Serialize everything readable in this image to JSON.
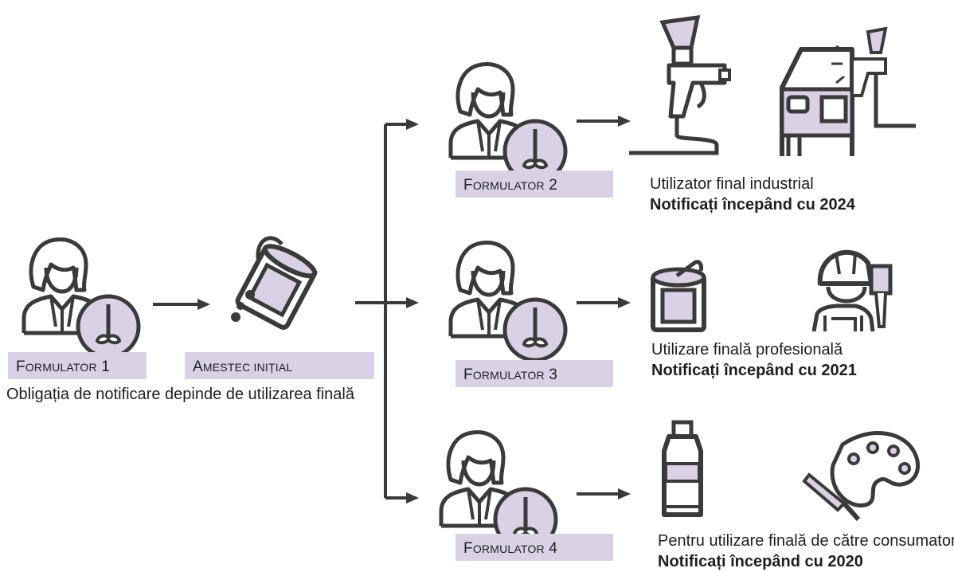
{
  "colors": {
    "stroke": "#3a3a3a",
    "accent": "#d9d2e6",
    "fill": "#ffffff"
  },
  "main": {
    "formulator_1": {
      "label_first": "F",
      "label_rest": "ormulator",
      "label_num": " 1"
    },
    "initial_mix": {
      "label_first": "A",
      "label_rest": "mestec inițial",
      "label_num": ""
    },
    "obligation_note": "Obligația de notificare depinde de utilizarea finală",
    "branches": [
      {
        "formulator": {
          "label_first": "F",
          "label_rest": "ormulator",
          "label_num": " 2"
        },
        "use_text": "Utilizator final industrial",
        "notify_text": "Notificați începând cu 2024",
        "icons": [
          "spray-gun-icon",
          "car-painting-icon"
        ]
      },
      {
        "formulator": {
          "label_first": "F",
          "label_rest": "ormulator",
          "label_num": " 3"
        },
        "use_text": "Utilizare finală profesională",
        "notify_text": "Notificați începând cu 2021",
        "icons": [
          "paint-bucket-icon",
          "painter-worker-icon"
        ]
      },
      {
        "formulator": {
          "label_first": "F",
          "label_rest": "ormulator",
          "label_num": " 4"
        },
        "use_text": "Pentru utilizare finală de către consumator",
        "notify_text": "Notificați începând cu 2020",
        "icons": [
          "paint-tube-icon",
          "palette-icon"
        ]
      }
    ]
  }
}
